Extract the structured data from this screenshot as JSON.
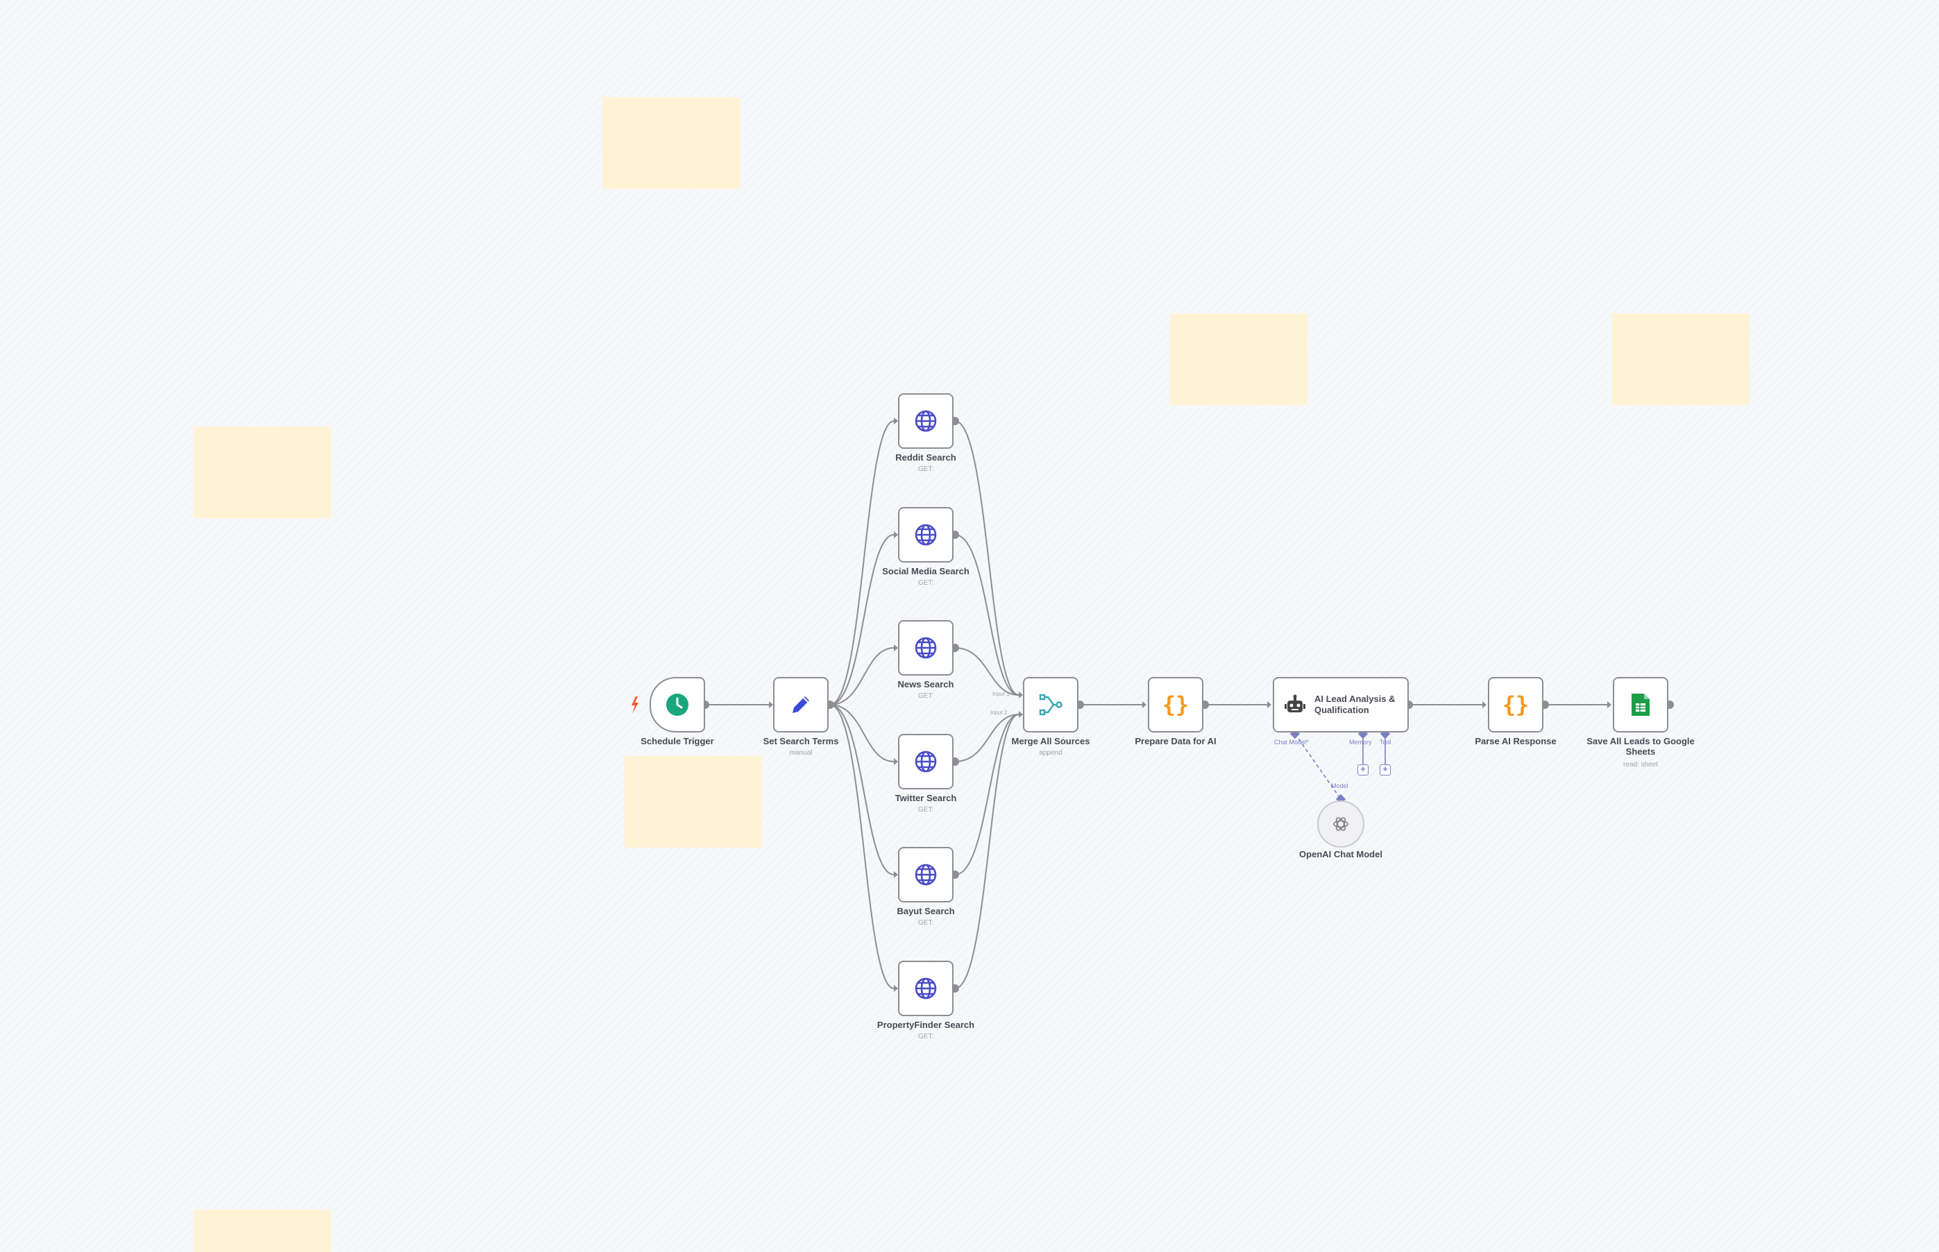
{
  "colors": {
    "trigger_accent": "#19a77b",
    "edit_accent": "#3b4ad6",
    "http_accent": "#4a4bc6",
    "merge_accent": "#3aa3b4",
    "code_accent": "#f29a1d",
    "sheets_accent": "#1e9c48",
    "sticky_note": "#fff3d5",
    "ai_port": "#7b7fc4"
  },
  "nodes": {
    "schedule_trigger": {
      "label": "Schedule Trigger",
      "icon": "clock-icon"
    },
    "set_search_terms": {
      "label": "Set Search Terms",
      "sub": "manual",
      "icon": "pencil-icon"
    },
    "reddit_search": {
      "label": "Reddit Search",
      "sub": "GET:",
      "icon": "globe-icon"
    },
    "social_media_search": {
      "label": "Social Media Search",
      "sub": "GET:",
      "icon": "globe-icon"
    },
    "news_search": {
      "label": "News Search",
      "sub": "GET:",
      "icon": "globe-icon"
    },
    "twitter_search": {
      "label": "Twitter Search",
      "sub": "GET:",
      "icon": "globe-icon"
    },
    "bayut_search": {
      "label": "Bayut Search",
      "sub": "GET:",
      "icon": "globe-icon"
    },
    "propertyfinder_search": {
      "label": "PropertyFinder Search",
      "sub": "GET:",
      "icon": "globe-icon"
    },
    "merge_all_sources": {
      "label": "Merge All Sources",
      "sub": "append",
      "icon": "merge-icon",
      "input1": "Input 1",
      "input2": "Input 2"
    },
    "prepare_data": {
      "label": "Prepare Data for AI",
      "icon": "code-braces-icon"
    },
    "ai_agent": {
      "label": "AI Lead Analysis & Qualification",
      "icon": "robot-icon",
      "port_chat": "Chat Model*",
      "port_memory": "Memory",
      "port_tool": "Tool"
    },
    "openai_chat": {
      "label": "OpenAI Chat Model",
      "port": "Model",
      "icon": "openai-icon"
    },
    "parse_ai": {
      "label": "Parse AI Response",
      "icon": "code-braces-icon"
    },
    "save_sheets": {
      "label": "Save All Leads to Google Sheets",
      "sub": "read: sheet",
      "icon": "google-sheets-icon"
    }
  }
}
